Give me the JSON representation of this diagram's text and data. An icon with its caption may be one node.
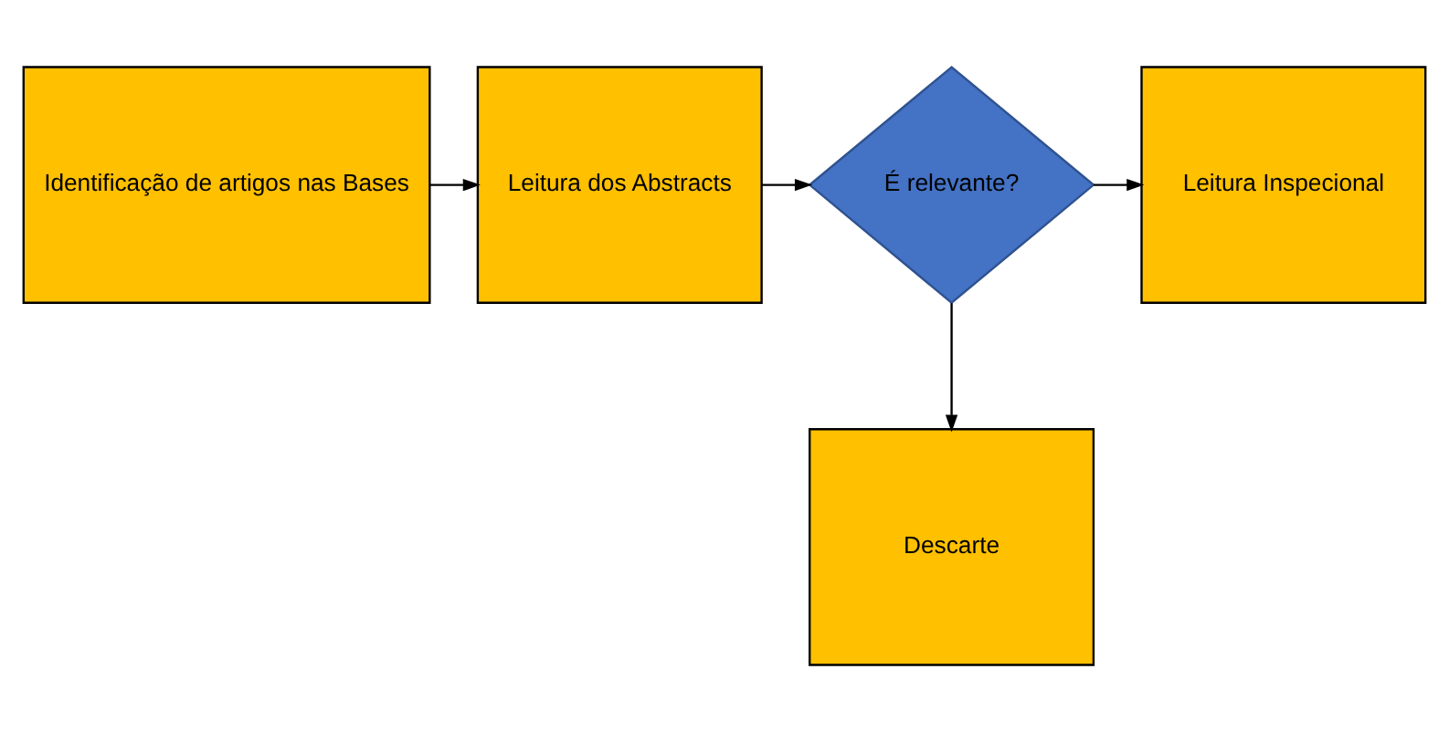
{
  "diagram": {
    "nodes": [
      {
        "text": [
          "Descarte"
        ]
      },
      {
        "text": [
          "Identificação de artigos nas Bases"
        ]
      },
      {
        "text": [
          "Leitura dos Abstracts"
        ]
      },
      {
        "text": [
          "É relevante?"
        ]
      },
      {
        "text": [
          "Leitura Inspecional"
        ]
      }
    ],
    "edges": [
      {
        "from": 1,
        "to": 2,
        "arrow": "to"
      },
      {
        "from": 2,
        "to": 3,
        "arrow": "to"
      },
      {
        "from": 3,
        "to": 0,
        "arrow": "to"
      },
      {
        "from": 3,
        "to": 4,
        "arrow": "to"
      }
    ]
  }
}
